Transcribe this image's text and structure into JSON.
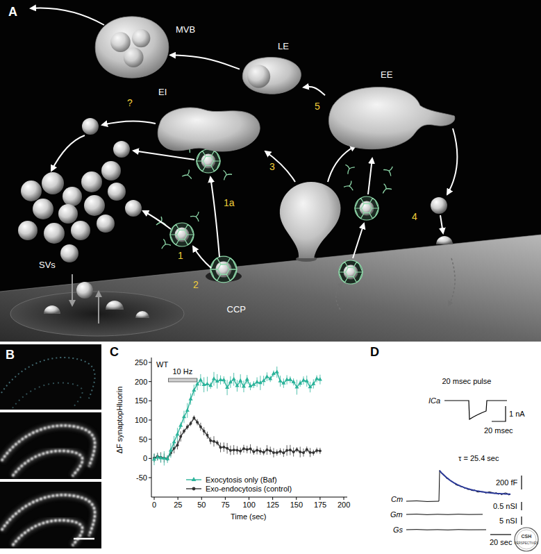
{
  "diagram": {
    "nodes": [
      {
        "text": [
          "MVB"
        ]
      },
      {
        "text": [
          "LE"
        ]
      },
      {
        "text": [
          "EE"
        ]
      },
      {
        "text": [
          "EI"
        ]
      }
    ],
    "edges": [
      {
        "from": 2,
        "to": 1,
        "arrow": "to"
      },
      {
        "from": 1,
        "to": 0,
        "arrow": "to"
      }
    ],
    "labels": [
      "A",
      "?",
      "5",
      "3",
      "1a",
      "4",
      "1",
      "SVs",
      "2",
      "CCP",
      "B",
      "C",
      "WT",
      "10 Hz",
      "250",
      "200",
      "150",
      "100",
      "50",
      "0",
      "-50",
      "ΔF synaptopHluorin",
      "0",
      "25",
      "50",
      "75",
      "100",
      "125",
      "150",
      "175",
      "200",
      "Time (sec)",
      "D",
      "ICa",
      "20 msec pulse",
      "1 nA",
      "20 msec",
      "τ = 25.4 sec",
      "200 fF",
      "Cm",
      "0.5 nSI",
      "Gm",
      "5 nSI",
      "Gs",
      "20 sec",
      "CSH",
      "PERSPECTIVES"
    ],
    "legend": [
      {
        "text": "Exocytosis only (Baf)"
      },
      {
        "text": "Exo-endocytosis (control)"
      }
    ]
  }
}
